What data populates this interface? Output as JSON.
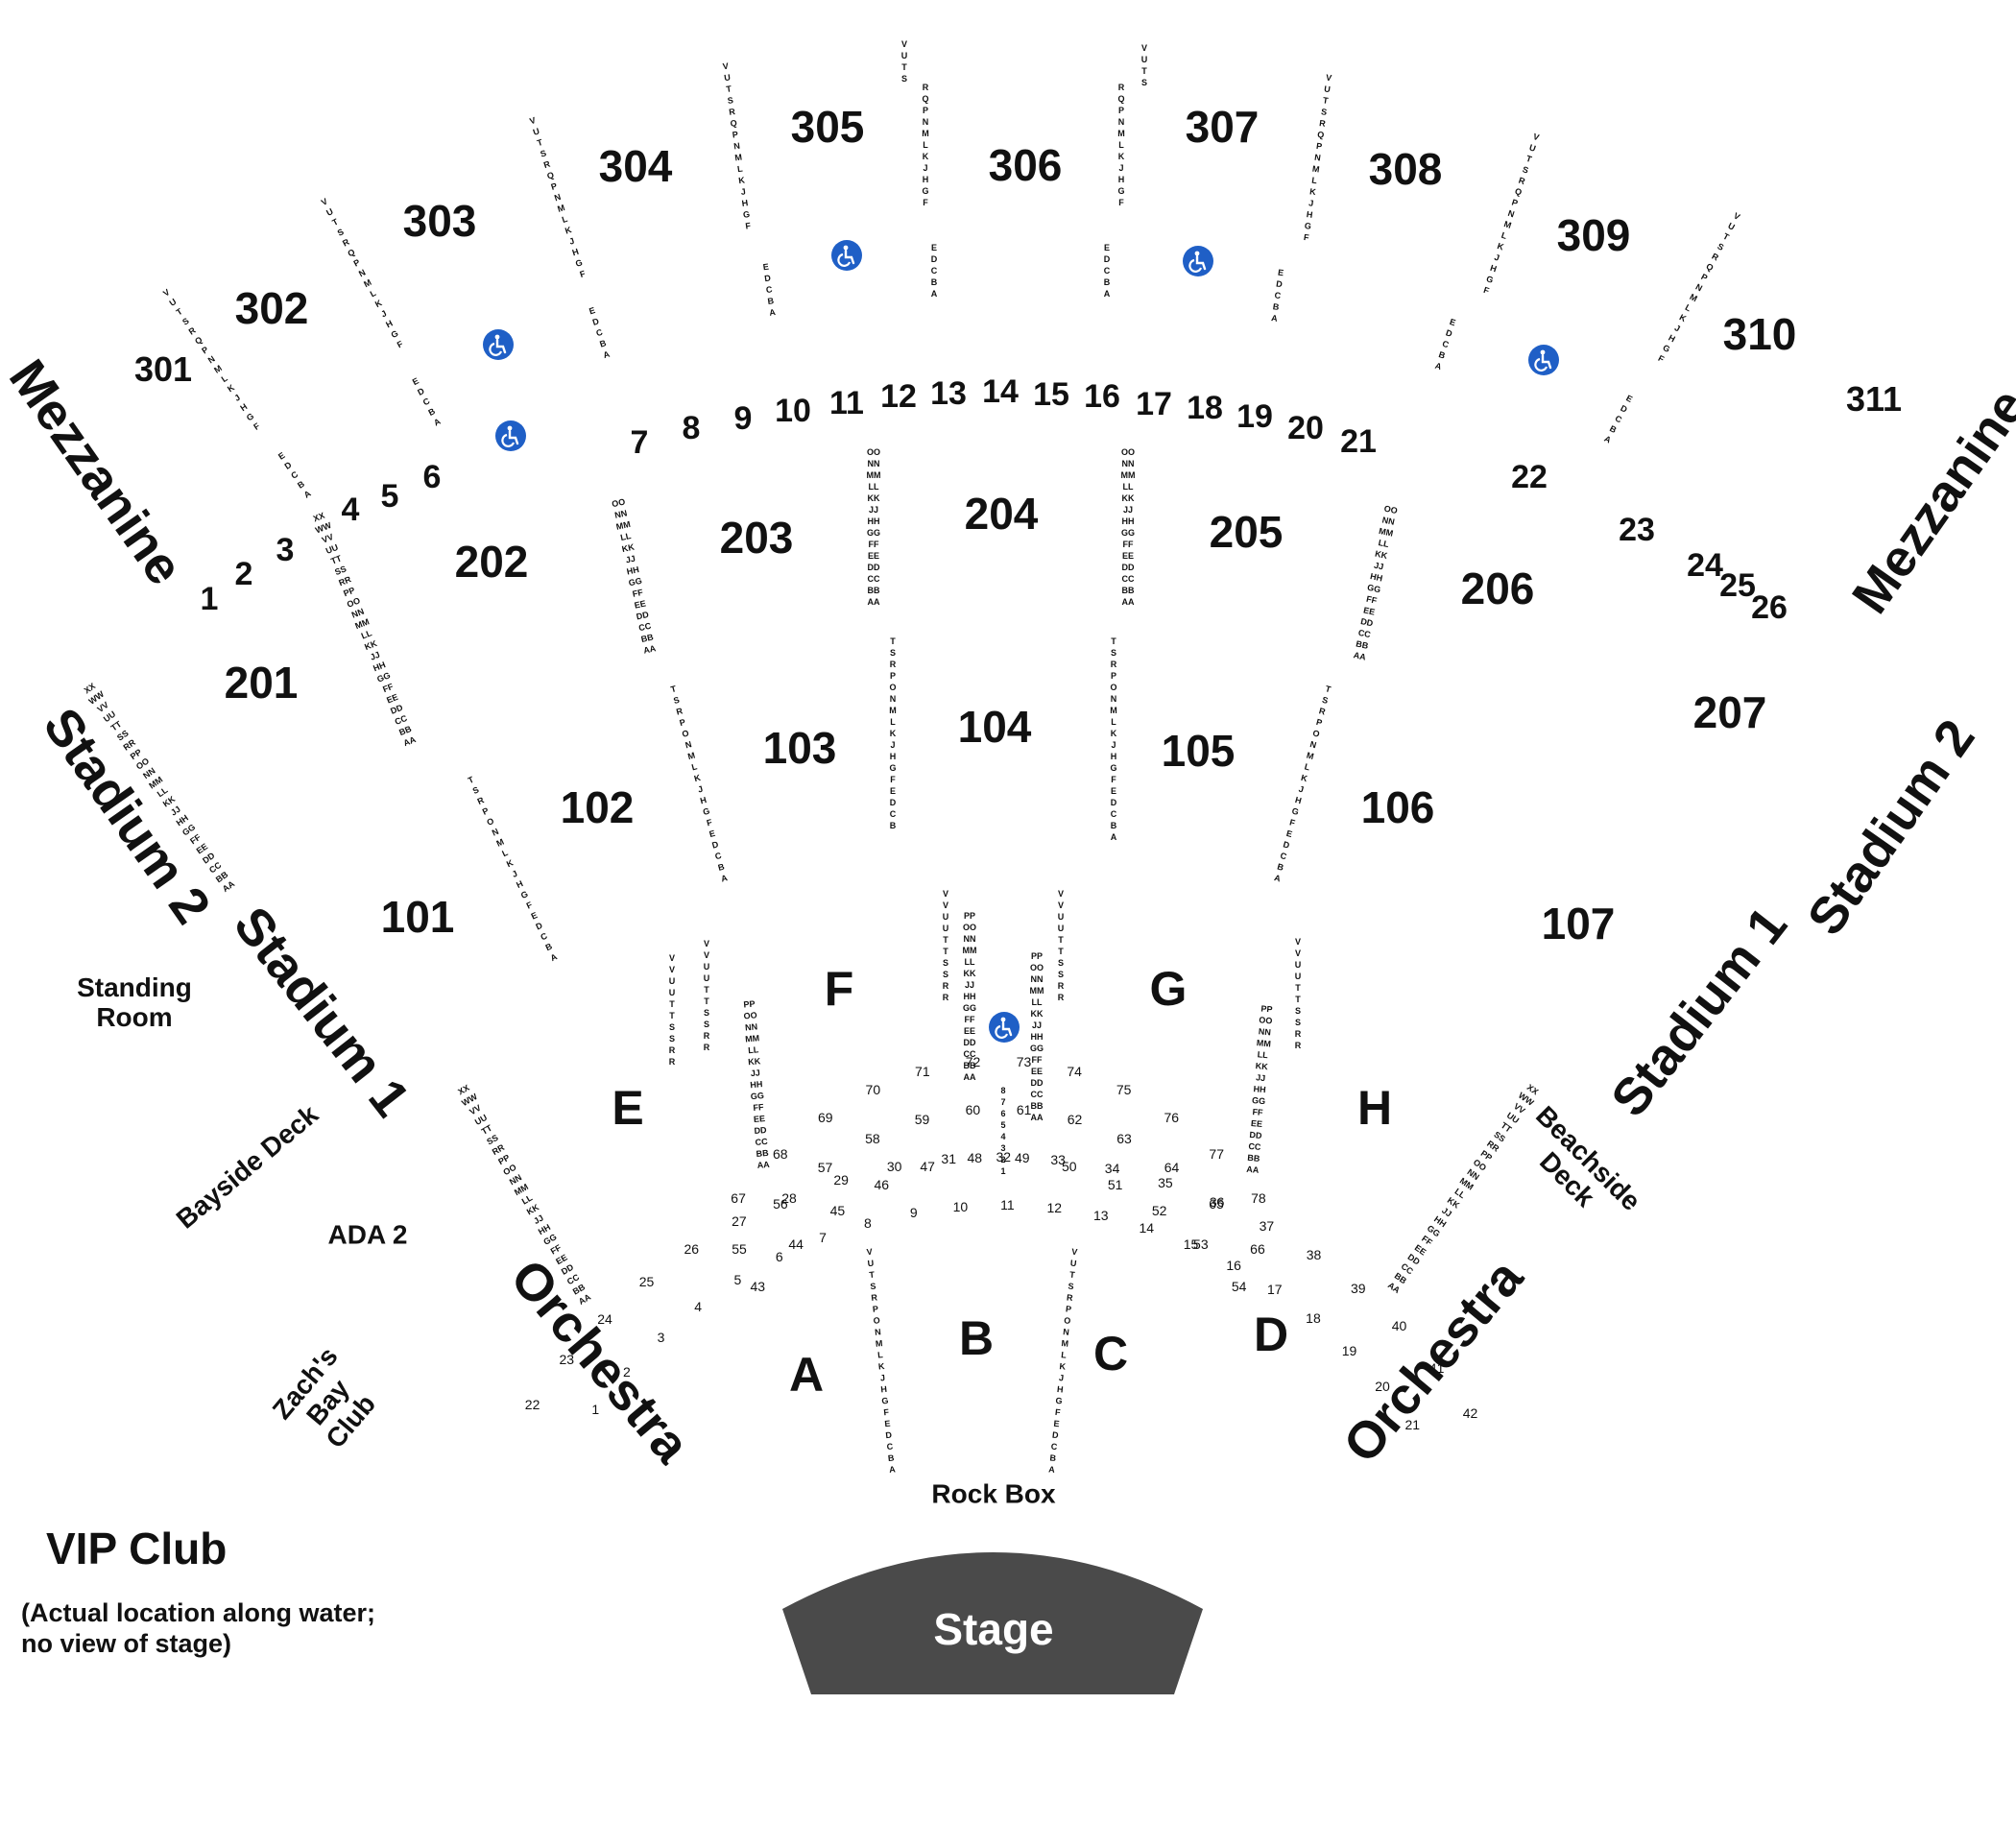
{
  "areas": {
    "mezz_left": "Mezzanine",
    "mezz_right": "Mezzanine",
    "stadium2_left": "Stadium 2",
    "stadium2_right": "Stadium 2",
    "stadium1_left": "Stadium 1",
    "stadium1_right": "Stadium 1",
    "orch_left": "Orchestra",
    "orch_right": "Orchestra",
    "standing": "Standing Room",
    "bayside": "Bayside Deck",
    "ada2": "ADA 2",
    "zachs": "Zach's Bay Club",
    "beachside": "Beachside Deck",
    "rockbox": "Rock Box",
    "stage": "Stage",
    "vip_title": "VIP Club",
    "vip_note": "(Actual location along water;\nno view of stage)"
  },
  "sections_300": [
    "301",
    "302",
    "303",
    "304",
    "305",
    "306",
    "307",
    "308",
    "309",
    "310",
    "311"
  ],
  "sections_200": [
    "201",
    "202",
    "203",
    "204",
    "205",
    "206",
    "207"
  ],
  "sections_100": [
    "101",
    "102",
    "103",
    "104",
    "105",
    "106",
    "107"
  ],
  "orchestra_sections": [
    "A",
    "B",
    "C",
    "D",
    "E",
    "F",
    "G",
    "H"
  ],
  "boxes": [
    "1",
    "2",
    "3",
    "4",
    "5",
    "6",
    "7",
    "8",
    "9",
    "10",
    "11",
    "12",
    "13",
    "14",
    "15",
    "16",
    "17",
    "18",
    "19",
    "20",
    "21",
    "22",
    "23",
    "24",
    "25",
    "26"
  ],
  "pit_seats": [
    "1",
    "2",
    "3",
    "4",
    "5",
    "6",
    "7",
    "8",
    "9",
    "10",
    "11",
    "12",
    "13",
    "14",
    "15",
    "16",
    "17",
    "18",
    "19",
    "20",
    "21",
    "22",
    "23",
    "24",
    "25",
    "26",
    "27",
    "28",
    "29",
    "30",
    "31",
    "32",
    "33",
    "34",
    "35",
    "36",
    "37",
    "38",
    "39",
    "40",
    "41",
    "42",
    "43",
    "44",
    "45",
    "46",
    "47",
    "48",
    "49",
    "50",
    "51",
    "52",
    "53",
    "54",
    "55",
    "56",
    "57",
    "58",
    "59",
    "60",
    "61",
    "62",
    "63",
    "64",
    "65",
    "66",
    "67",
    "68",
    "69",
    "70",
    "71",
    "72",
    "73",
    "74",
    "75",
    "76",
    "77",
    "78"
  ],
  "row_strings": {
    "upper_full": "VUTSRQPNMLKJHGF",
    "upper_front": "EDCBA",
    "upper_top": "VUTS",
    "upper_mid": "RQPNMLKJHGF",
    "stadium_rows": "XXWWVVUUTTSSRRPPOONNMMLLKKJJHHGGFFEEDDCCBBAA",
    "rows_200": "OONNMMLLKKJJHHGGFFEEDDCCBBAA",
    "rows_100": "TSRPONMLKJHGFEDCB",
    "rows_100_full": "TSRPONMLKJHGFEDCBA",
    "pit_rows": "VVUUTTSSRR",
    "pit_inner": "PPOONNMMLLKKJJHHGGFFEEDDCCBBAA",
    "pit_center": "87654321",
    "orch_side": "VUTSRPONMLKJHGFEDCBA"
  },
  "colors": {
    "stage": "#4a4a4a",
    "ada": "#1f5fc6",
    "text": "#111111"
  },
  "icons": {
    "ada": "wheelchair-icon"
  }
}
